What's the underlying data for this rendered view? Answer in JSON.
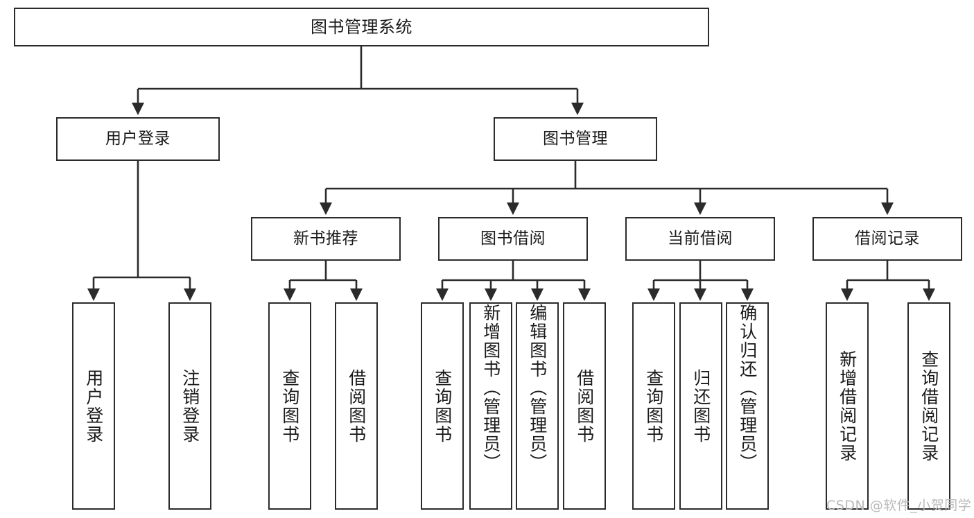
{
  "diagram": {
    "title": "图书管理系统",
    "type": "tree-hierarchy",
    "stroke_color": "#2b2b2b",
    "fill_color": "#ffffff",
    "text_color": "#1a1a1a"
  },
  "nodes": {
    "root": {
      "label": "图书管理系统"
    },
    "level2": [
      {
        "id": "user-login",
        "label": "用户登录"
      },
      {
        "id": "book-management",
        "label": "图书管理"
      }
    ],
    "level3": [
      {
        "id": "new-book-recommend",
        "label": "新书推荐"
      },
      {
        "id": "book-borrow",
        "label": "图书借阅"
      },
      {
        "id": "current-borrow",
        "label": "当前借阅"
      },
      {
        "id": "borrow-record",
        "label": "借阅记录"
      }
    ],
    "leaves": {
      "user_login": [
        {
          "id": "leaf-user-login",
          "label": "用户登录"
        },
        {
          "id": "leaf-logout-login",
          "label": "注销登录"
        }
      ],
      "new_book_recommend": [
        {
          "id": "leaf-query-book-1",
          "label": "查询图书"
        },
        {
          "id": "leaf-borrow-book-1",
          "label": "借阅图书"
        }
      ],
      "book_borrow": [
        {
          "id": "leaf-query-book-2",
          "label": "查询图书"
        },
        {
          "id": "leaf-add-book",
          "label": "新增图书（管理员）"
        },
        {
          "id": "leaf-edit-book",
          "label": "编辑图书（管理员）"
        },
        {
          "id": "leaf-borrow-book-2",
          "label": "借阅图书"
        }
      ],
      "current_borrow": [
        {
          "id": "leaf-query-book-3",
          "label": "查询图书"
        },
        {
          "id": "leaf-return-book",
          "label": "归还图书"
        },
        {
          "id": "leaf-confirm-return",
          "label": "确认归还（管理员）"
        }
      ],
      "borrow_record": [
        {
          "id": "leaf-add-record",
          "label": "新增借阅记录"
        },
        {
          "id": "leaf-query-record",
          "label": "查询借阅记录"
        }
      ]
    }
  },
  "watermark": {
    "text": "CSDN @软件_小贺同学"
  }
}
